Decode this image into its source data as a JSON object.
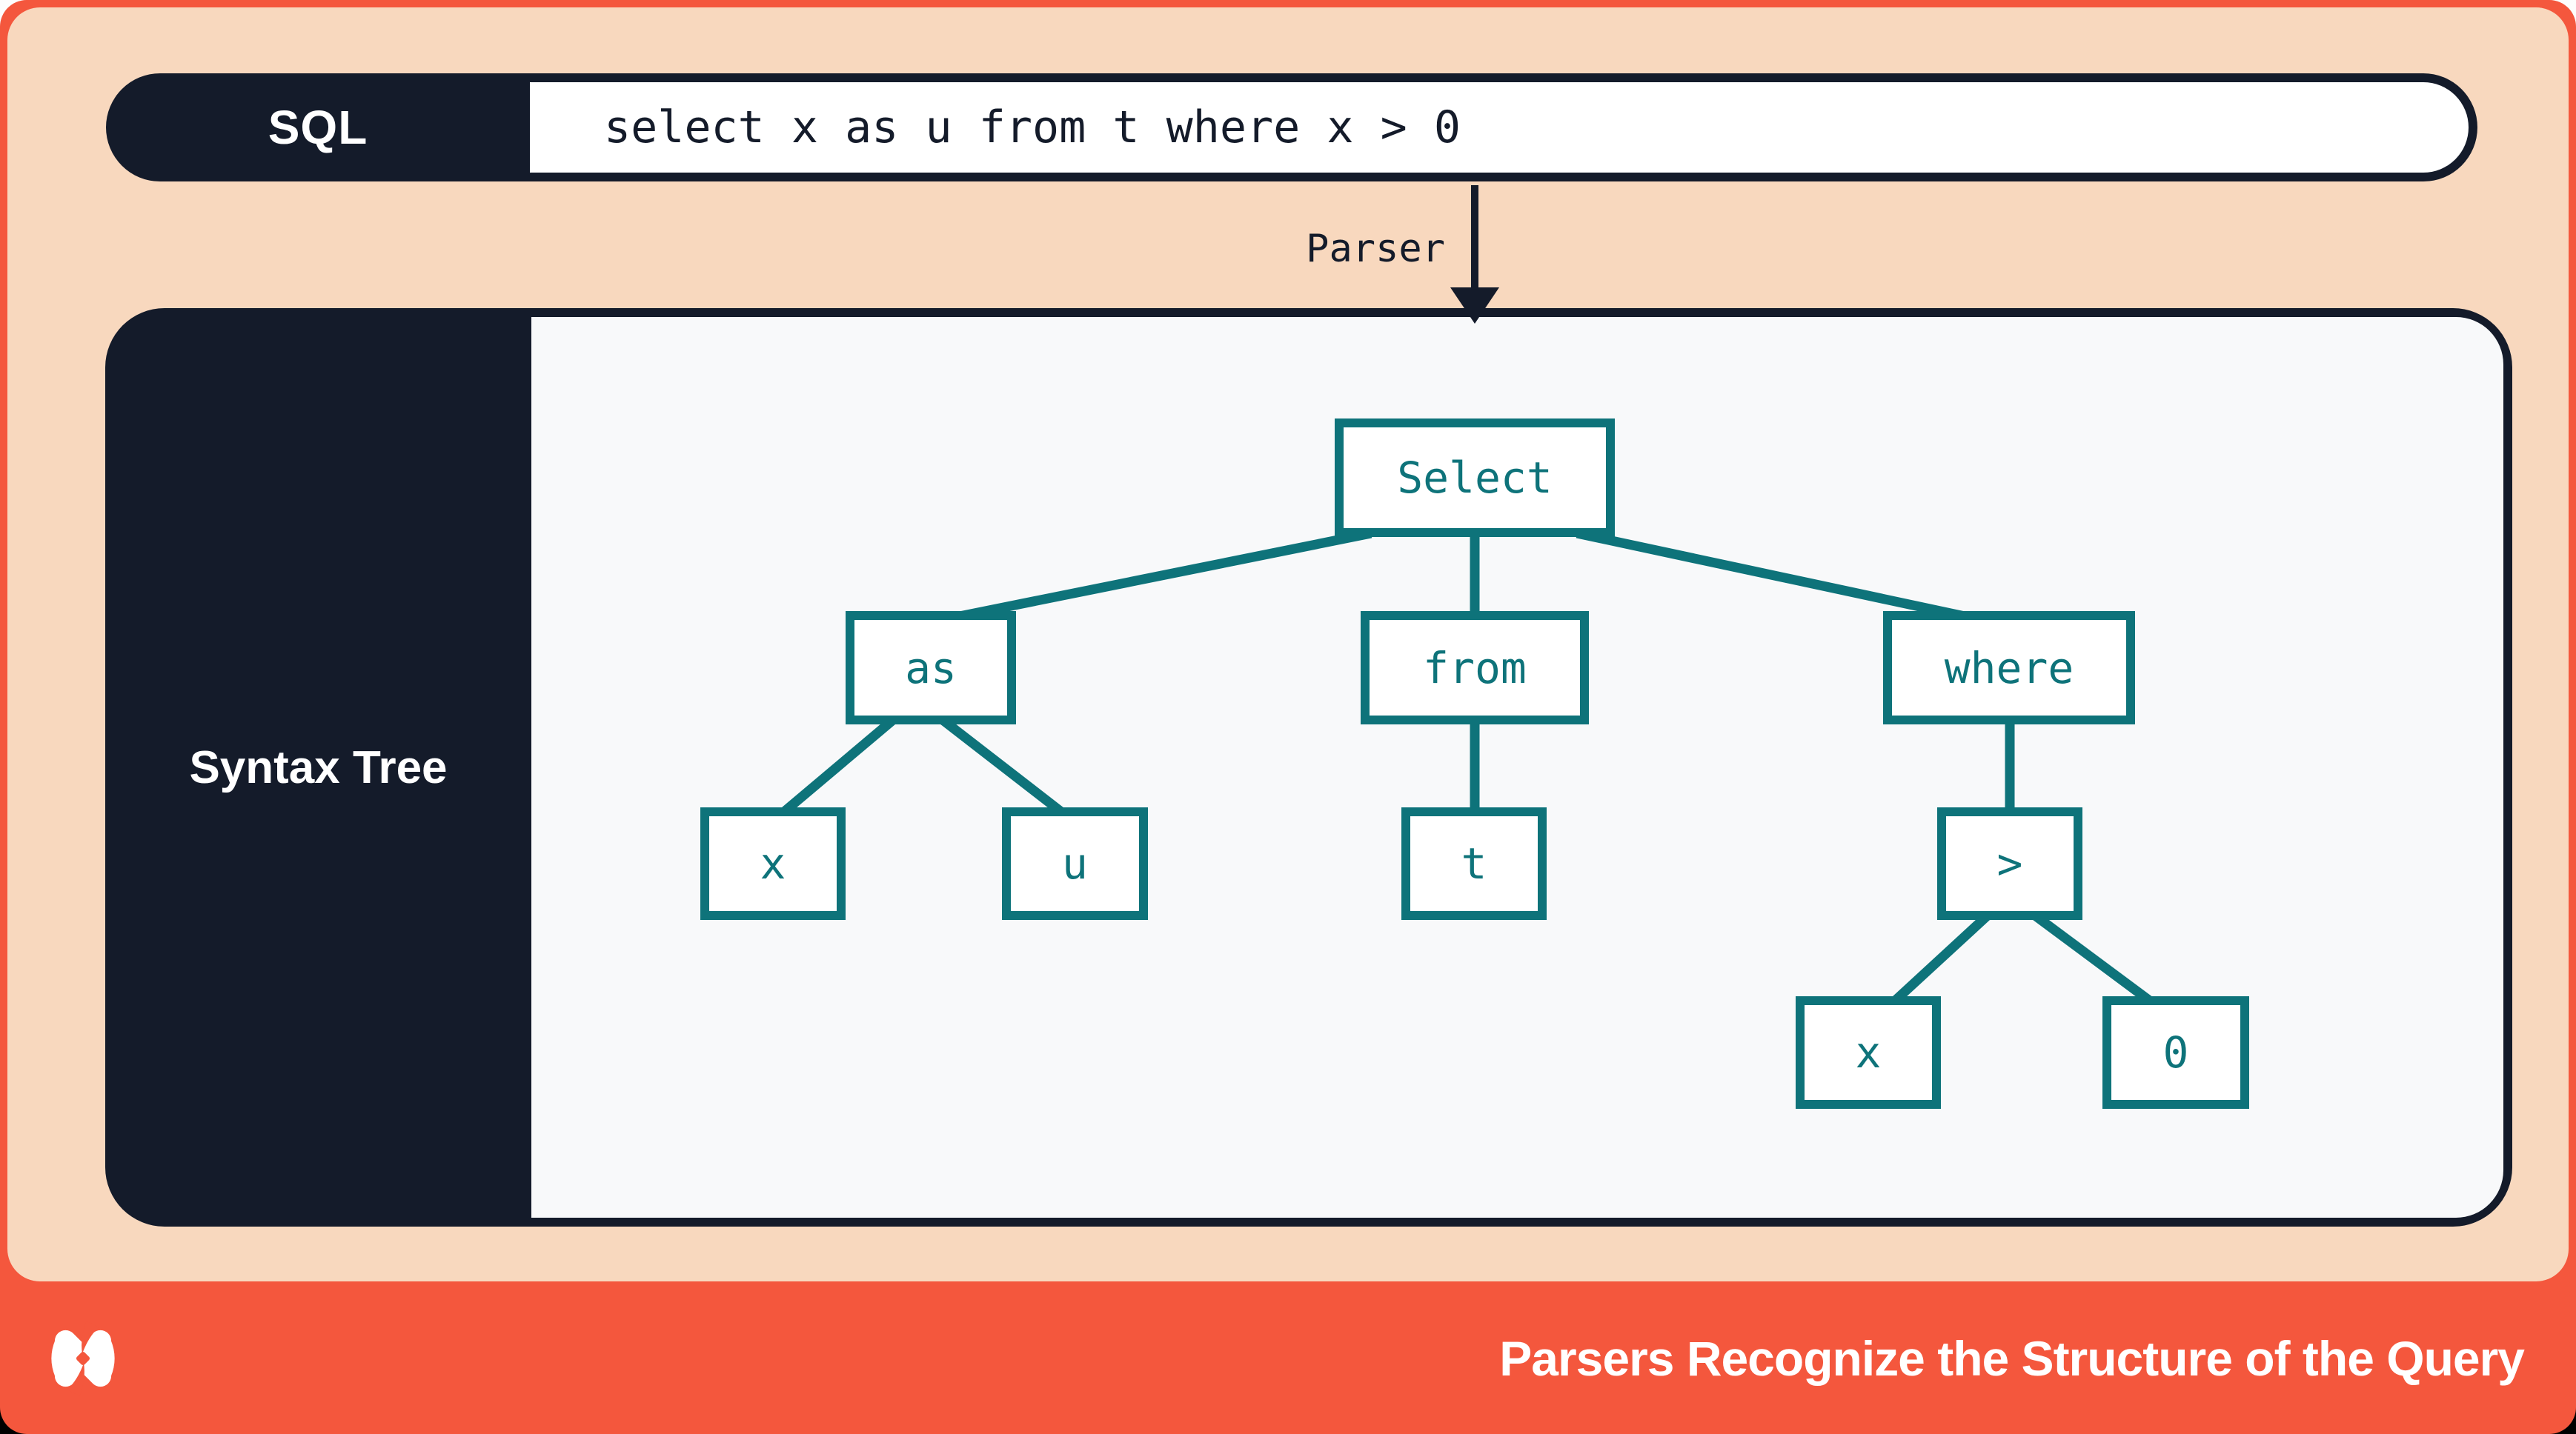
{
  "colors": {
    "accent_orange": "#F4573D",
    "peach": "#F8D8BE",
    "navy": "#141B2A",
    "teal": "#0E737A",
    "panel_bg": "#F8F9FA",
    "white": "#FFFFFF"
  },
  "sql_bar": {
    "label": "SQL",
    "query": "select x as u from t where x > 0"
  },
  "parser": {
    "label": "Parser"
  },
  "syntax_tree": {
    "label": "Syntax Tree",
    "nodes": {
      "select": "Select",
      "as": "as",
      "from": "from",
      "where": "where",
      "x1": "x",
      "u": "u",
      "t": "t",
      "gt": ">",
      "x2": "x",
      "zero": "0"
    },
    "edges": [
      [
        "select",
        "as"
      ],
      [
        "select",
        "from"
      ],
      [
        "select",
        "where"
      ],
      [
        "as",
        "x1"
      ],
      [
        "as",
        "u"
      ],
      [
        "from",
        "t"
      ],
      [
        "where",
        "gt"
      ],
      [
        "gt",
        "x2"
      ],
      [
        "gt",
        "zero"
      ]
    ]
  },
  "footer": {
    "title": "Parsers Recognize the Structure of the Query",
    "logo": "dbt-logo"
  }
}
